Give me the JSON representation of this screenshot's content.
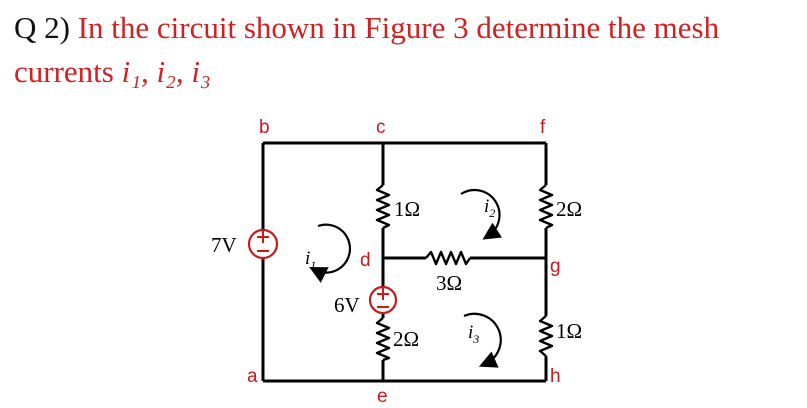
{
  "question": {
    "number": "Q 2)",
    "text": "In the circuit shown in Figure 3 determine the mesh currents",
    "variables": "i₁, i₂, i₃"
  },
  "nodes": {
    "a": "a",
    "b": "b",
    "c": "c",
    "d": "d",
    "e": "e",
    "f": "f",
    "g": "g",
    "h": "h"
  },
  "sources": {
    "v7": {
      "label": "7V",
      "polarity": "+-"
    },
    "v6": {
      "label": "6V",
      "polarity": "+-"
    }
  },
  "resistors": {
    "r_cd": "1Ω",
    "r_fg": "2Ω",
    "r_dg": "3Ω",
    "r_de": "2Ω",
    "r_gh": "1Ω"
  },
  "currents": {
    "i1": {
      "symbol": "i",
      "sub": "1"
    },
    "i2": {
      "symbol": "i",
      "sub": "2"
    },
    "i3": {
      "symbol": "i",
      "sub": "3"
    }
  },
  "colors": {
    "question_text": "#d21f1f",
    "node_labels": "#cc1a1a",
    "circuit": "#000000"
  }
}
